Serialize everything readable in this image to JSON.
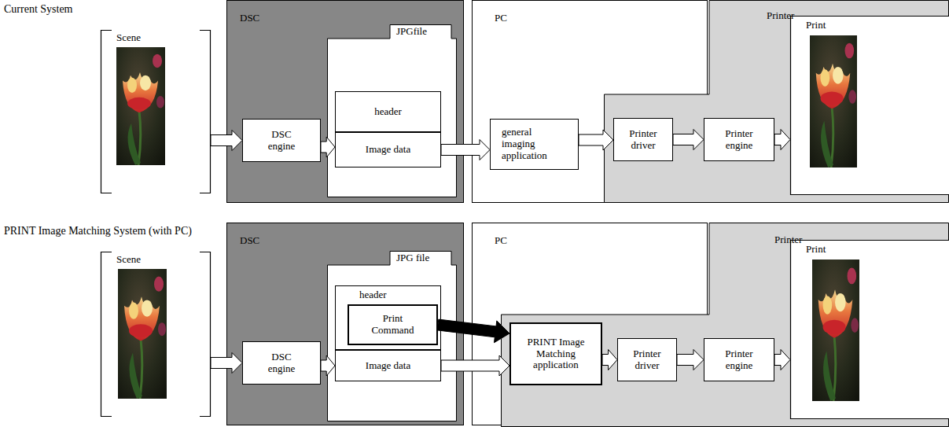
{
  "diagram": {
    "nodes": [
      {
        "text": [
          "Scene"
        ]
      },
      {
        "text": [
          "DSC"
        ]
      },
      {
        "text": [
          "DSC engine"
        ],
        "in": 1
      },
      {
        "text": [
          "JPGfile"
        ],
        "in": 1
      },
      {
        "text": [
          "header"
        ],
        "in": 3
      },
      {
        "text": [
          "Image data"
        ],
        "in": 3
      },
      {
        "text": [
          "PC"
        ]
      },
      {
        "text": [
          "general imaging application"
        ],
        "in": 6
      },
      {
        "text": [
          "Printer"
        ]
      },
      {
        "text": [
          "Printer driver"
        ],
        "in": 8
      },
      {
        "text": [
          "Printer engine"
        ],
        "in": 8
      },
      {
        "text": [
          "Print"
        ],
        "in": 8
      },
      {
        "text": [
          "Scene"
        ]
      },
      {
        "text": [
          "DSC"
        ]
      },
      {
        "text": [
          "DSC engine"
        ],
        "in": 13
      },
      {
        "text": [
          "JPG file"
        ],
        "in": 13
      },
      {
        "text": [
          "header"
        ],
        "in": 15
      },
      {
        "text": [
          "Print Command"
        ],
        "in": 16
      },
      {
        "text": [
          "Image data"
        ],
        "in": 15
      },
      {
        "text": [
          "PC"
        ]
      },
      {
        "text": [
          "Printer"
        ]
      },
      {
        "text": [
          "PRINT Image Matching application"
        ],
        "in": 20
      },
      {
        "text": [
          "Printer driver"
        ],
        "in": 20
      },
      {
        "text": [
          "Printer engine"
        ],
        "in": 20
      },
      {
        "text": [
          "Print"
        ],
        "in": 20
      }
    ],
    "edges": [
      {
        "from": 0,
        "to": 2,
        "arrow": "to"
      },
      {
        "from": 2,
        "to": 5,
        "arrow": "to"
      },
      {
        "from": 5,
        "to": 7,
        "arrow": "to"
      },
      {
        "from": 7,
        "to": 9,
        "arrow": "to"
      },
      {
        "from": 9,
        "to": 10,
        "arrow": "to"
      },
      {
        "from": 10,
        "to": 11,
        "arrow": "to"
      },
      {
        "from": 12,
        "to": 14,
        "arrow": "to"
      },
      {
        "from": 14,
        "to": 18,
        "arrow": "to"
      },
      {
        "from": 18,
        "to": 21,
        "arrow": "to"
      },
      {
        "from": 17,
        "to": 21,
        "arrow": "to"
      },
      {
        "from": 21,
        "to": 22,
        "arrow": "to"
      },
      {
        "from": 22,
        "to": 23,
        "arrow": "to"
      },
      {
        "from": 23,
        "to": 24,
        "arrow": "to"
      }
    ],
    "labels": [
      "Current System",
      "PRINT Image Matching System (with PC)"
    ]
  }
}
